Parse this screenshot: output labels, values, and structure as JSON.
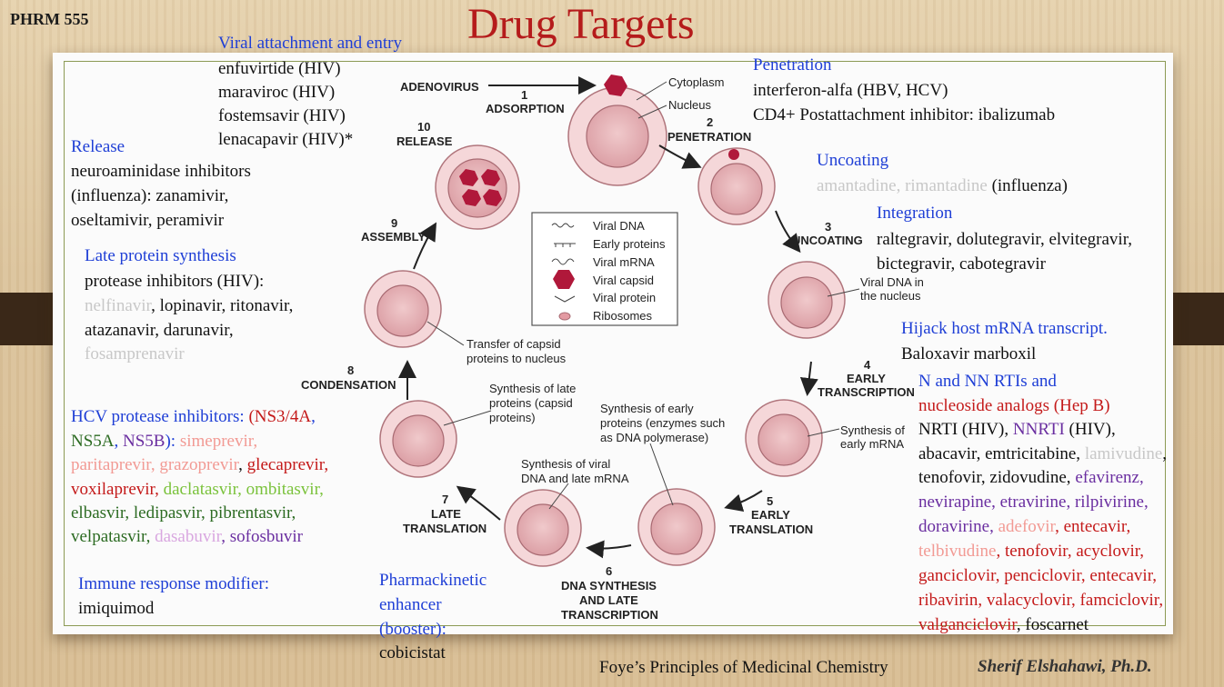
{
  "course": "PHRM 555",
  "title": "Drug Targets",
  "footer_source": "Foye’s Principles of Medicinal Chemistry",
  "footer_author": "Sherif Elshahawi, Ph.D.",
  "attachment": {
    "heading": "Viral attachment and entry",
    "lines": [
      "enfuvirtide (HIV)",
      "maraviroc (HIV)",
      "fostemsavir (HIV)",
      "lenacapavir (HIV)*"
    ]
  },
  "release": {
    "heading": "Release",
    "lines": [
      "neuroaminidase inhibitors",
      "(influenza): zanamivir,",
      "oseltamivir, peramivir"
    ]
  },
  "late_protein": {
    "heading": "Late protein synthesis",
    "line1": "protease inhibitors (HIV):",
    "nelfinavir": "nelfinavir",
    "line2_rest": ", lopinavir, ritonavir,",
    "line3": "atazanavir, darunavir,",
    "fosamprenavir": "fosamprenavir"
  },
  "hcv": {
    "heading": "HCV protease inhibitors: ",
    "ns34a": "(NS3/4A",
    "comma": ",",
    "ns5a": "NS5A",
    "comma2": ", ",
    "ns5b": "NS5B",
    "close": "): ",
    "simeprevir": "simeprevir,",
    "paritaprevir": "paritaprevir",
    "grazoprevir": "grazoprevir",
    "glecaprevir": "glecaprevir,",
    "voxilaprevir": "voxilaprevir,",
    "daclatasvir": "daclatasvir",
    "ombitasvir": "ombitasvir,",
    "line4": "elbasvir, ledipasvir, pibrentasvir,",
    "velpatasvir": "velpatasvir",
    "dasabuvir": "dasabuvir",
    "sofosbuvir": "sofosbuvir"
  },
  "immune": {
    "heading": "Immune response modifier:",
    "line": "imiquimod"
  },
  "pk": {
    "lines": [
      "Pharmackinetic",
      "enhancer",
      "(booster):"
    ],
    "drug": "cobicistat"
  },
  "penetration": {
    "heading": "Penetration",
    "lines": [
      "interferon-alfa (HBV, HCV)",
      "CD4+ Postattachment inhibitor: ibalizumab"
    ]
  },
  "uncoating": {
    "heading": "Uncoating",
    "grey": "amantadine, rimantadine",
    "rest": " (influenza)"
  },
  "integration": {
    "heading": "Integration",
    "lines": [
      "raltegravir, dolutegravir, elvitegravir,",
      "bictegravir, cabotegravir"
    ]
  },
  "hijack": {
    "heading": "Hijack host mRNA transcript.",
    "line": "Baloxavir marboxil"
  },
  "rti": {
    "heading1": "N and NN RTIs and",
    "heading2": "nucleoside analogs (Hep B)",
    "nrti": "NRTI (HIV), ",
    "nnrti": "NNRTI",
    "hiv": " (HIV),",
    "l4a": "abacavir, emtricitabine, ",
    "lamivudine": "lamivudine",
    "l4b": ",",
    "l5a": "tenofovir, zidovudine, ",
    "efavirenz": "efavirenz,",
    "l6": "nevirapine, etravirine, rilpivirine,",
    "doravirine": "doravirine, ",
    "adefovir": "adefovir",
    "entecavir": ", entecavir,",
    "telbivudine": "telbivudine",
    "l8": ", tenofovir, acyclovir,",
    "l9": "ganciclovir, penciclovir, entecavir,",
    "l10": "ribavirin, valacyclovir, famciclovir,",
    "valganciclovir": "valganciclovir",
    "foscarnet": ", foscarnet"
  },
  "diagram": {
    "adenovirus": "ADENOVIRUS",
    "cytoplasm": "Cytoplasm",
    "nucleus": "Nucleus",
    "s1_num": "1",
    "s1": "ADSORPTION",
    "s2_num": "2",
    "s2": "PENETRATION",
    "s3_num": "3",
    "s3": "UNCOATING",
    "s4_num": "4",
    "s4a": "EARLY",
    "s4b": "TRANSCRIPTION",
    "s5_num": "5",
    "s5a": "EARLY",
    "s5b": "TRANSLATION",
    "s6_num": "6",
    "s6a": "DNA SYNTHESIS",
    "s6b": "AND LATE",
    "s6c": "TRANSCRIPTION",
    "s7_num": "7",
    "s7a": "LATE",
    "s7b": "TRANSLATION",
    "s8_num": "8",
    "s8": "CONDENSATION",
    "s9_num": "9",
    "s9": "ASSEMBLY",
    "s10_num": "10",
    "s10": "RELEASE",
    "viral_dna_nucleus": [
      "Viral DNA in",
      "the nucleus"
    ],
    "synth_early_mrna": [
      "Synthesis of",
      "early mRNA"
    ],
    "synth_early_proteins": [
      "Synthesis of early",
      "proteins (enzymes such",
      "as DNA polymerase)"
    ],
    "synth_viral_dna": [
      "Synthesis of viral",
      "DNA and late mRNA"
    ],
    "synth_late_proteins": [
      "Synthesis of late",
      "proteins (capsid",
      "proteins)"
    ],
    "transfer": [
      "Transfer of capsid",
      "proteins to nucleus"
    ],
    "legend": [
      "Viral DNA",
      "Early proteins",
      "Viral mRNA",
      "Viral capsid",
      "Viral protein",
      "Ribosomes"
    ]
  }
}
